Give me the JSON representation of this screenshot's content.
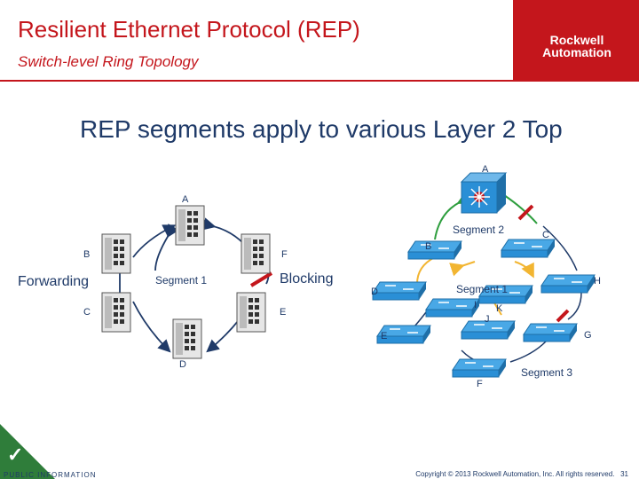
{
  "header": {
    "title": "Resilient Ethernet Protocol (REP)",
    "subtitle": "Switch-level Ring Topology",
    "logo_line1": "Rockwell",
    "logo_line2": "Automation"
  },
  "headline": "REP segments apply to various Layer 2 Top",
  "left_ring": {
    "node_a": "A",
    "node_b": "B",
    "node_c": "C",
    "node_d": "D",
    "node_e": "E",
    "node_f": "F",
    "forwarding": "Forwarding",
    "blocking": "Blocking",
    "segment": "Segment 1"
  },
  "right_ring": {
    "node_a": "A",
    "node_b": "B",
    "node_c": "C",
    "node_d": "D",
    "node_e": "E",
    "node_f": "F",
    "node_g": "G",
    "node_h": "H",
    "node_i": "I",
    "node_j": "J",
    "node_k": "K",
    "segment1": "Segment 1",
    "segment2": "Segment 2",
    "segment3": "Segment 3"
  },
  "footer": {
    "classification": "PUBLIC INFORMATION",
    "copyright": "Copyright © 2013 Rockwell Automation, Inc. All rights reserved.",
    "page_number": "31"
  },
  "colors": {
    "brand_red": "#c4161c",
    "segment_green": "#2e9e3e",
    "navy": "#1f3a68",
    "switch_blue": "#2a8fd6"
  }
}
